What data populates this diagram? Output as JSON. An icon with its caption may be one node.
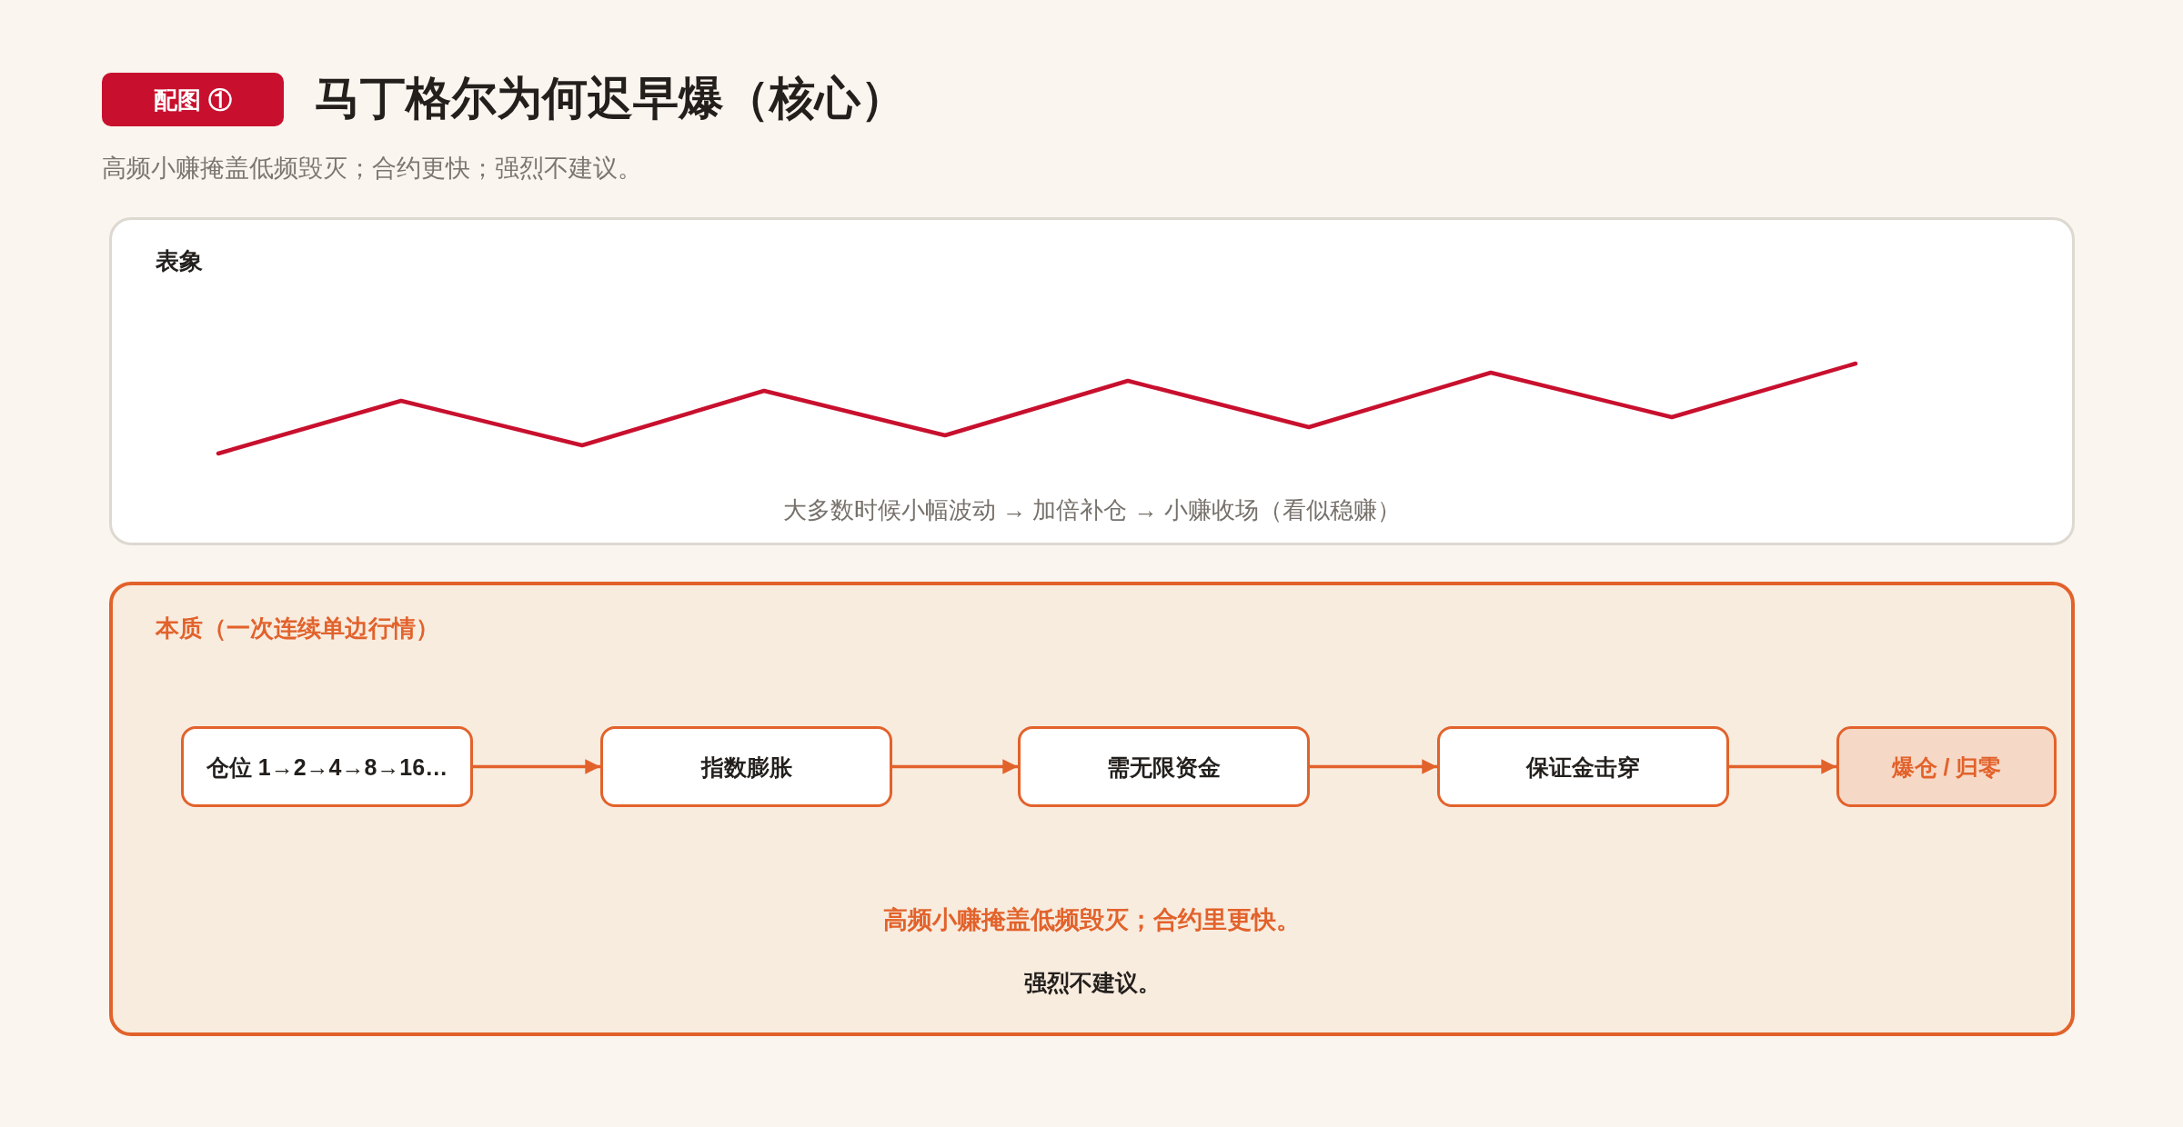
{
  "diagram": {
    "title": "马丁格尔为何迟早爆（核心）",
    "nodes": [
      {
        "text": [
          "配图 ①"
        ]
      },
      {
        "text": [
          "表象",
          "大多数时候小幅波动 → 加倍补仓 → 小赚收场（看似稳赚）"
        ]
      },
      {
        "text": [
          "本质（一次连续单边行情）",
          "高频小赚掩盖低频毁灭；合约里更快。",
          "强烈不建议。"
        ]
      },
      {
        "text": [
          "仓位 1→2→4→8→16…"
        ],
        "in": 2
      },
      {
        "text": [
          "指数膨胀"
        ],
        "in": 2
      },
      {
        "text": [
          "需无限资金"
        ],
        "in": 2
      },
      {
        "text": [
          "保证金击穿"
        ],
        "in": 2
      },
      {
        "text": [
          "爆仓 / 归零"
        ],
        "in": 2
      }
    ],
    "edges": [
      {
        "from": 3,
        "to": 4,
        "arrow": "to"
      },
      {
        "from": 4,
        "to": 5,
        "arrow": "to"
      },
      {
        "from": 5,
        "to": 6,
        "arrow": "to"
      },
      {
        "from": 6,
        "to": 7,
        "arrow": "to"
      }
    ],
    "labels": [
      "高频小赚掩盖低频毁灭；合约更快；强烈不建议。"
    ]
  }
}
